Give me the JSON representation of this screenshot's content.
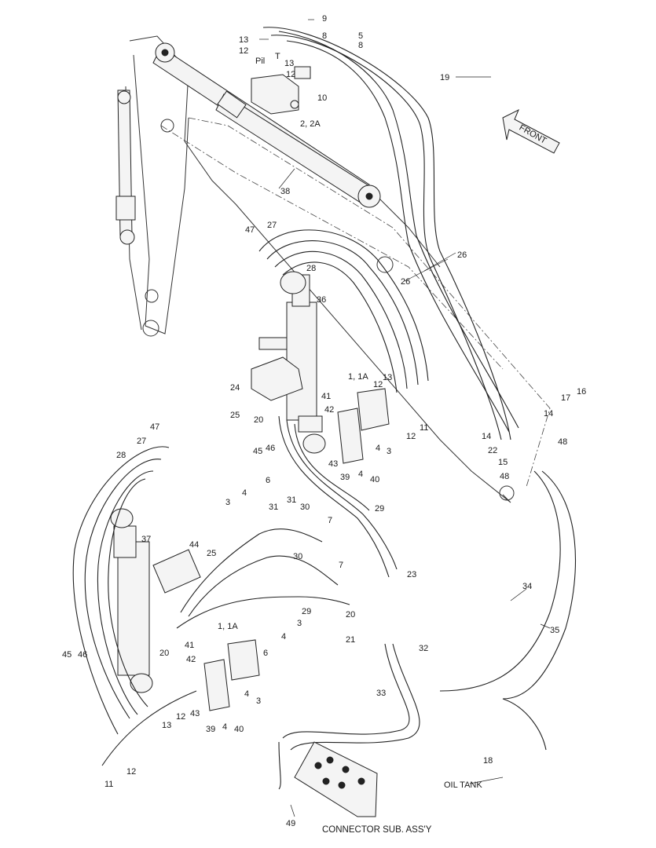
{
  "labels": {
    "p1": "1, 1A",
    "p2": "1, 1A",
    "p3": "2, 2A",
    "n3a": "3",
    "n3b": "3",
    "n3c": "3",
    "n3d": "3",
    "n4a": "4",
    "n4b": "4",
    "n4c": "4",
    "n4d": "4",
    "n4e": "4",
    "n4f": "4",
    "n5": "5",
    "n6a": "6",
    "n6b": "6",
    "n7a": "7",
    "n7b": "7",
    "n8a": "8",
    "n8b": "8",
    "n9": "9",
    "n10": "10",
    "n11a": "11",
    "n11b": "11",
    "n12a": "12",
    "n12b": "12",
    "n12c": "12",
    "n12d": "12",
    "n12e": "12",
    "n12f": "12",
    "n13a": "13",
    "n13b": "13",
    "n13c": "13",
    "n13d": "13",
    "n14a": "14",
    "n14b": "14",
    "n15": "15",
    "n16": "16",
    "n17": "17",
    "n18": "18",
    "n19": "19",
    "n20a": "20",
    "n20b": "20",
    "n20c": "20",
    "n21": "21",
    "n22": "22",
    "n23": "23",
    "n24": "24",
    "n25a": "25",
    "n25b": "25",
    "n26a": "26",
    "n26b": "26",
    "n27a": "27",
    "n27b": "27",
    "n28a": "28",
    "n28b": "28",
    "n29a": "29",
    "n29b": "29",
    "n30a": "30",
    "n30b": "30",
    "n31a": "31",
    "n31b": "31",
    "n32": "32",
    "n33": "33",
    "n34": "34",
    "n35": "35",
    "n36": "36",
    "n37": "37",
    "n38": "38",
    "n39a": "39",
    "n39b": "39",
    "n40a": "40",
    "n40b": "40",
    "n41a": "41",
    "n41b": "41",
    "n42a": "42",
    "n42b": "42",
    "n43a": "43",
    "n43b": "43",
    "n44": "44",
    "n45a": "45",
    "n45b": "45",
    "n46a": "46",
    "n46b": "46",
    "n47a": "47",
    "n47b": "47",
    "n48a": "48",
    "n48b": "48",
    "n49": "49",
    "pil": "Pil",
    "t": "T"
  },
  "front_label": "FRONT",
  "oil_tank_label": "OIL TANK",
  "connector_caption": "CONNECTOR SUB. ASS'Y",
  "colors": {
    "ink": "#222222",
    "paper": "#ffffff"
  }
}
